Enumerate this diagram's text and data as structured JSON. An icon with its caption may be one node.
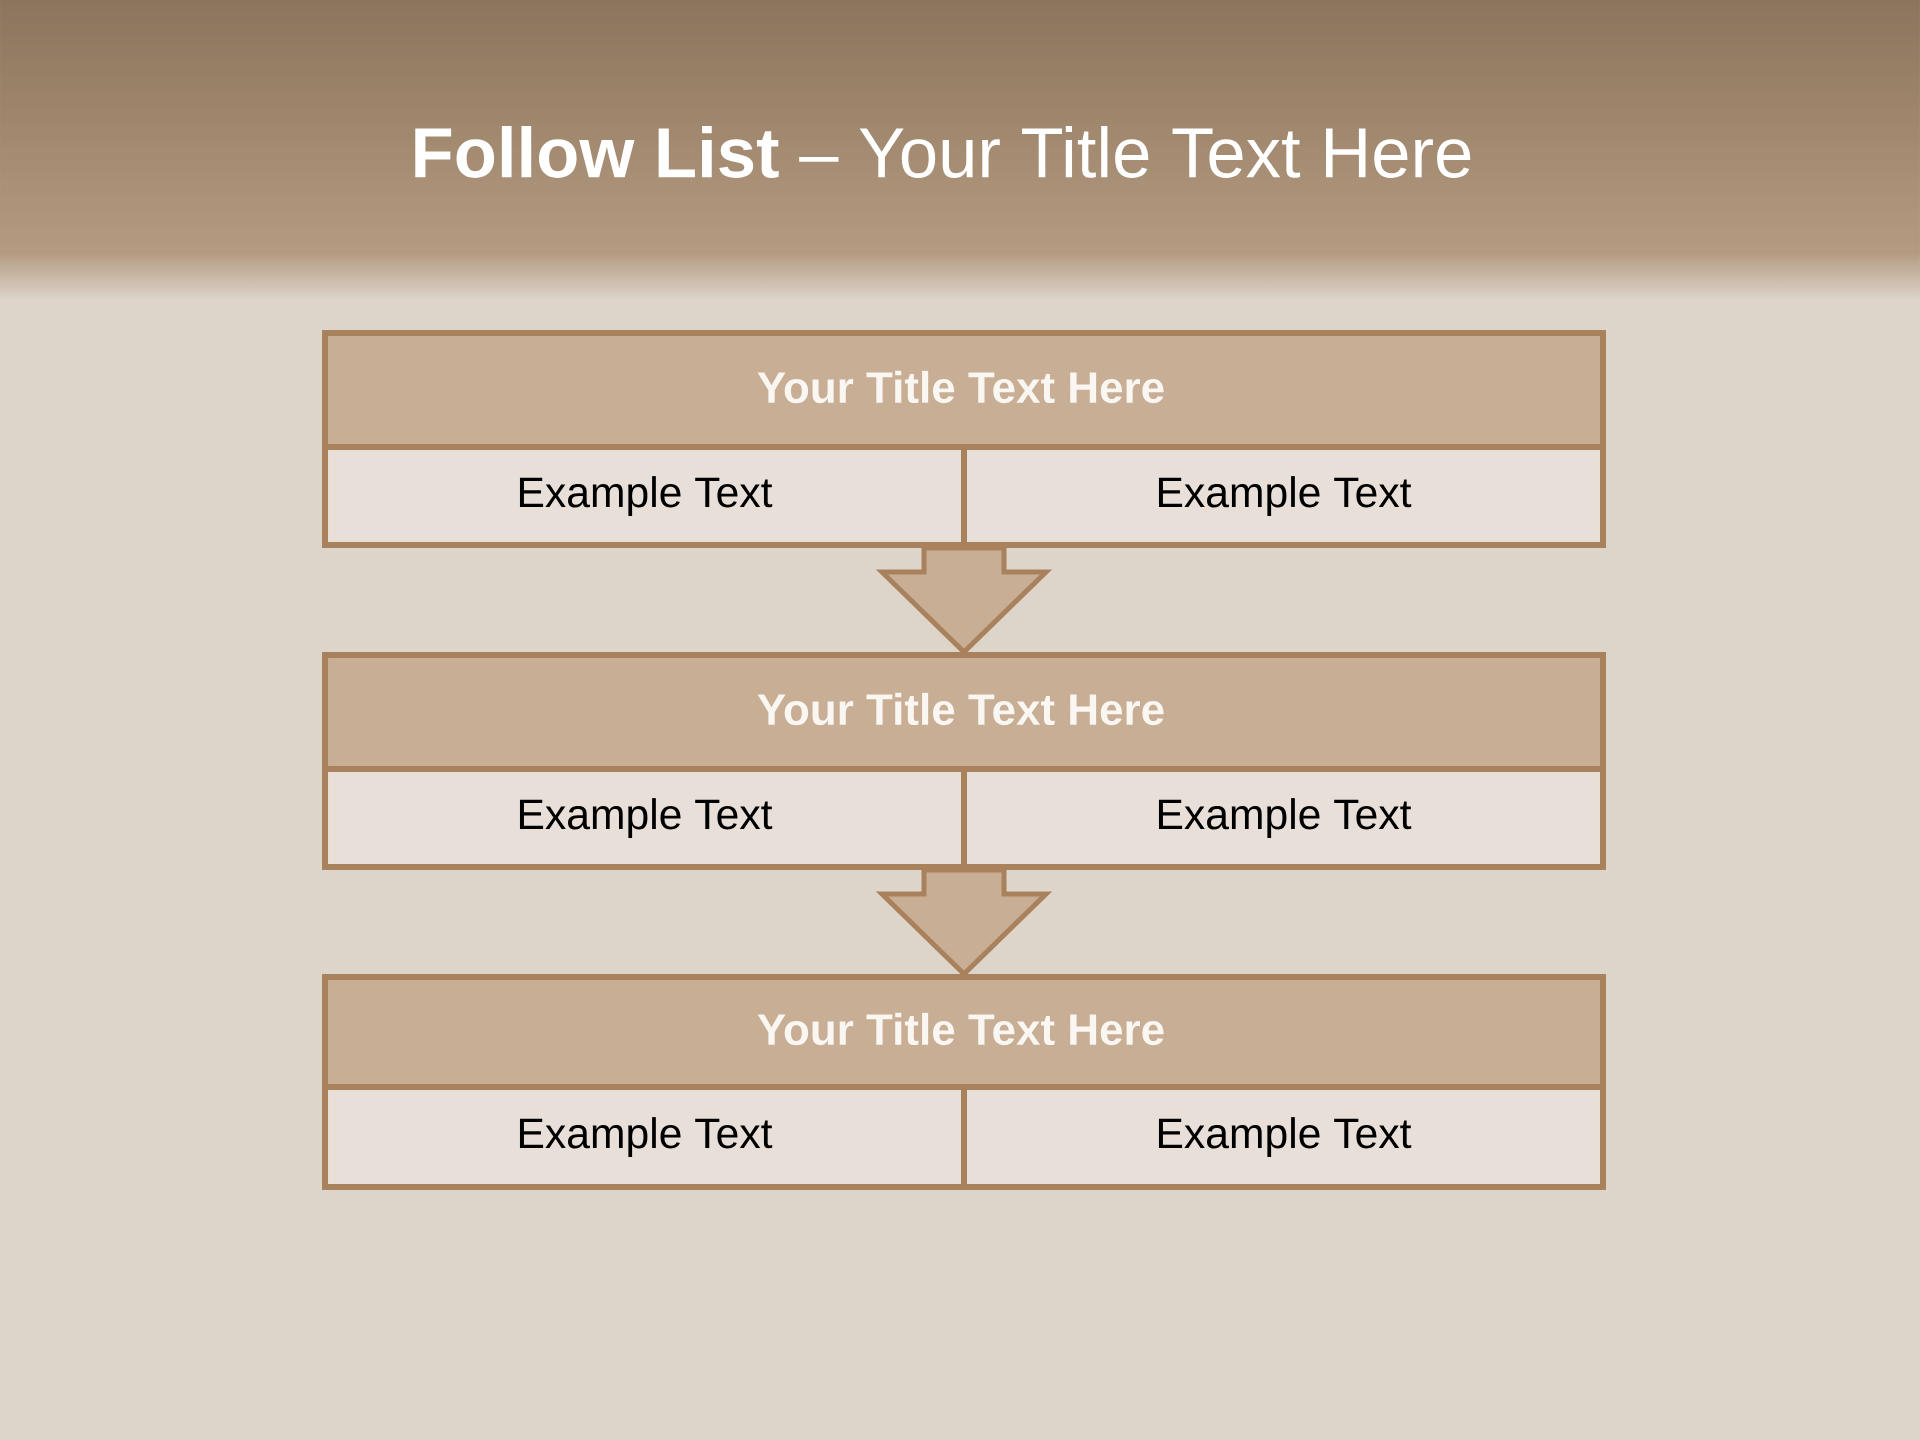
{
  "diagram": {
    "title": "**Follow List** – Your Title Text Here",
    "nodes": [
      {
        "text": [
          "Your Title Text Here"
        ]
      },
      {
        "text": [
          "Example Text"
        ],
        "in": 0
      },
      {
        "text": [
          "Example Text"
        ],
        "in": 0
      },
      {
        "text": [
          "Your Title Text Here"
        ]
      },
      {
        "text": [
          "Example Text"
        ],
        "in": 3
      },
      {
        "text": [
          "Example Text"
        ],
        "in": 3
      },
      {
        "text": [
          "Your Title Text Here"
        ]
      },
      {
        "text": [
          "Example Text"
        ],
        "in": 6
      },
      {
        "text": [
          "Example Text"
        ],
        "in": 6
      }
    ],
    "edges": [
      {
        "from": 0,
        "to": 3,
        "arrow": "to"
      },
      {
        "from": 3,
        "to": 6,
        "arrow": "to"
      }
    ]
  }
}
